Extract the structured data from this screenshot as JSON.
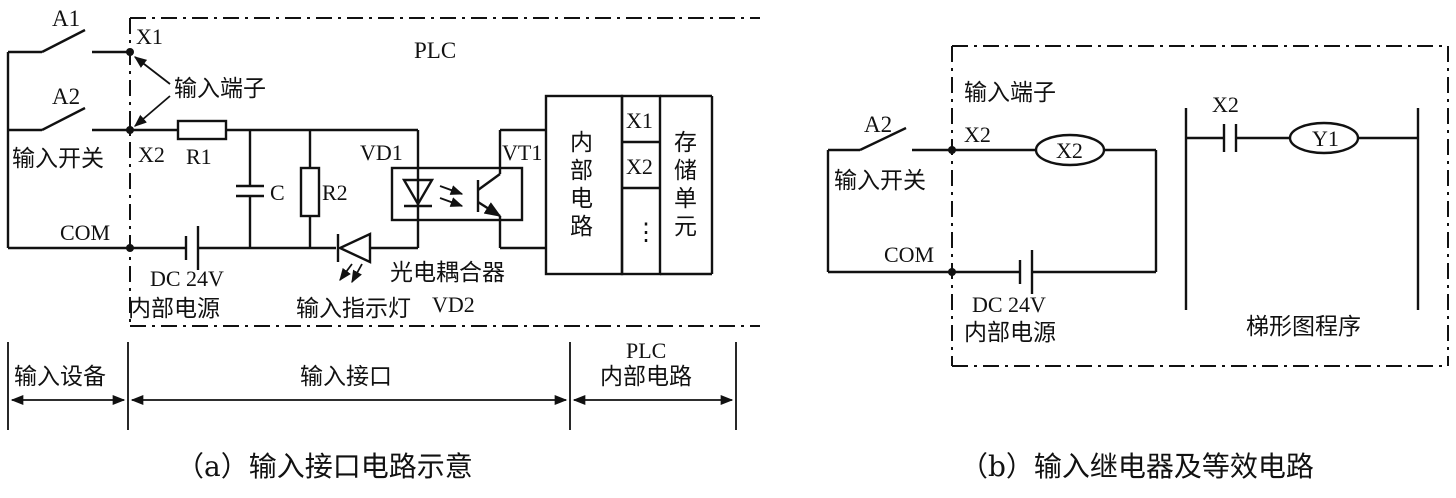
{
  "diagram_a": {
    "switch_a1": "A1",
    "switch_a2": "A2",
    "terminal_x1": "X1",
    "terminal_x2": "X2",
    "plc_label": "PLC",
    "input_terminal_label": "输入端子",
    "input_switch_label": "输入开关",
    "r1": "R1",
    "r2": "R2",
    "c": "C",
    "vd1": "VD1",
    "vt1": "VT1",
    "com": "COM",
    "dc_label": "DC 24V",
    "internal_power": "内部电源",
    "indicator_label": "输入指示灯",
    "vd2": "VD2",
    "optocoupler": "光电耦合器",
    "internal_circuit_chars": [
      "内",
      "部",
      "电",
      "路"
    ],
    "reg_x1": "X1",
    "reg_x2": "X2",
    "reg_dots": "⋮",
    "storage_chars": [
      "存",
      "储",
      "单",
      "元"
    ],
    "bottom_input_device": "输入设备",
    "bottom_input_interface": "输入接口",
    "bottom_plc_line1": "PLC",
    "bottom_plc_line2": "内部电路",
    "caption": "（a）输入接口电路示意"
  },
  "diagram_b": {
    "switch_a2": "A2",
    "input_terminal_label": "输入端子",
    "terminal_x2": "X2",
    "coil_x2": "X2",
    "contact_x2": "X2",
    "coil_y1": "Y1",
    "input_switch_label": "输入开关",
    "com": "COM",
    "dc_label": "DC 24V",
    "internal_power": "内部电源",
    "ladder_label": "梯形图程序",
    "caption": "（b）输入继电器及等效电路"
  }
}
